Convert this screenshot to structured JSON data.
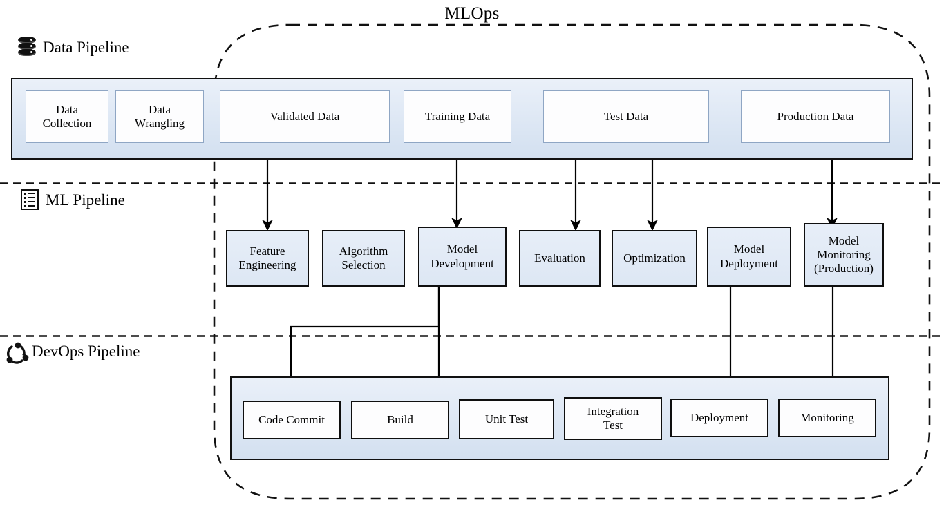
{
  "diagram": {
    "title": "MLOps",
    "lanes": [
      {
        "id": "data",
        "label": "Data Pipeline",
        "icon": "database-icon"
      },
      {
        "id": "ml",
        "label": "ML Pipeline",
        "icon": "list-icon"
      },
      {
        "id": "devops",
        "label": "DevOps Pipeline",
        "icon": "cycle-icon"
      }
    ],
    "data_pipeline_nodes": [
      {
        "label": "Data\nCollection"
      },
      {
        "label": "Data\nWrangling"
      },
      {
        "label": "Validated Data"
      },
      {
        "label": "Training Data"
      },
      {
        "label": "Test Data"
      },
      {
        "label": "Production Data"
      }
    ],
    "ml_pipeline_nodes": [
      {
        "label": "Feature\nEngineering"
      },
      {
        "label": "Algorithm\nSelection"
      },
      {
        "label": "Model\nDevelopment"
      },
      {
        "label": "Evaluation"
      },
      {
        "label": "Optimization"
      },
      {
        "label": "Model\nDeployment"
      },
      {
        "label": "Model\nMonitoring\n(Production)"
      }
    ],
    "devops_pipeline_nodes": [
      {
        "label": "Code Commit"
      },
      {
        "label": "Build"
      },
      {
        "label": "Unit Test"
      },
      {
        "label": "Integration\nTest"
      },
      {
        "label": "Deployment"
      },
      {
        "label": "Monitoring"
      }
    ],
    "connections": [
      {
        "from": "Validated Data",
        "to": "Feature Engineering"
      },
      {
        "from": "Training Data",
        "to": "Model Development"
      },
      {
        "from": "Test Data",
        "to": "Evaluation"
      },
      {
        "from": "Test Data",
        "to": "Optimization"
      },
      {
        "from": "Production Data",
        "to": "Model Monitoring (Production)"
      },
      {
        "from": "Model Development",
        "to": "Code Commit"
      },
      {
        "from": "Model Development",
        "to": "Build"
      },
      {
        "from": "Model Deployment",
        "to": "Deployment"
      },
      {
        "from": "Model Monitoring (Production)",
        "to": "Monitoring"
      }
    ],
    "colors": {
      "band_fill": "#dde7f4",
      "node_border": "#0f0f0f",
      "data_node_border": "#8fa6c4",
      "line": "#000000",
      "boundary": "#111111"
    },
    "boundary": {
      "style": "dashed",
      "label": "MLOps"
    }
  }
}
